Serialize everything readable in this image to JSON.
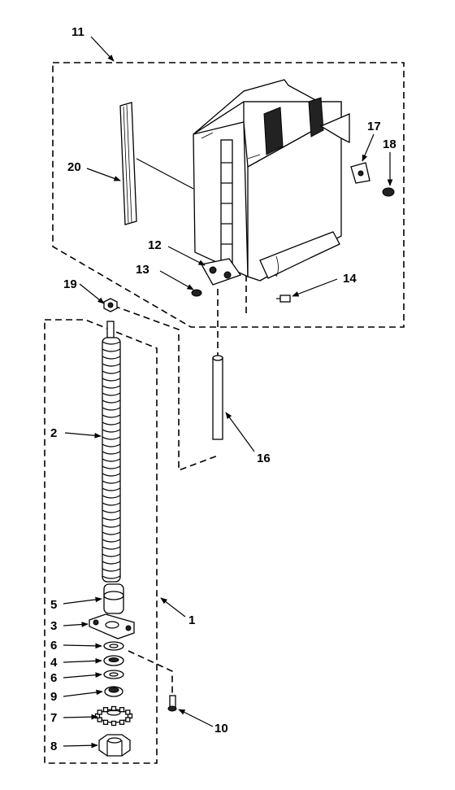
{
  "callouts": {
    "c1": "1",
    "c2": "2",
    "c3": "3",
    "c4": "4",
    "c5": "5",
    "c6a": "6",
    "c6b": "6",
    "c7": "7",
    "c8": "8",
    "c9": "9",
    "c10": "10",
    "c11": "11",
    "c12": "12",
    "c13": "13",
    "c14": "14",
    "c16": "16",
    "c17": "17",
    "c18": "18",
    "c19": "19",
    "c20": "20"
  }
}
